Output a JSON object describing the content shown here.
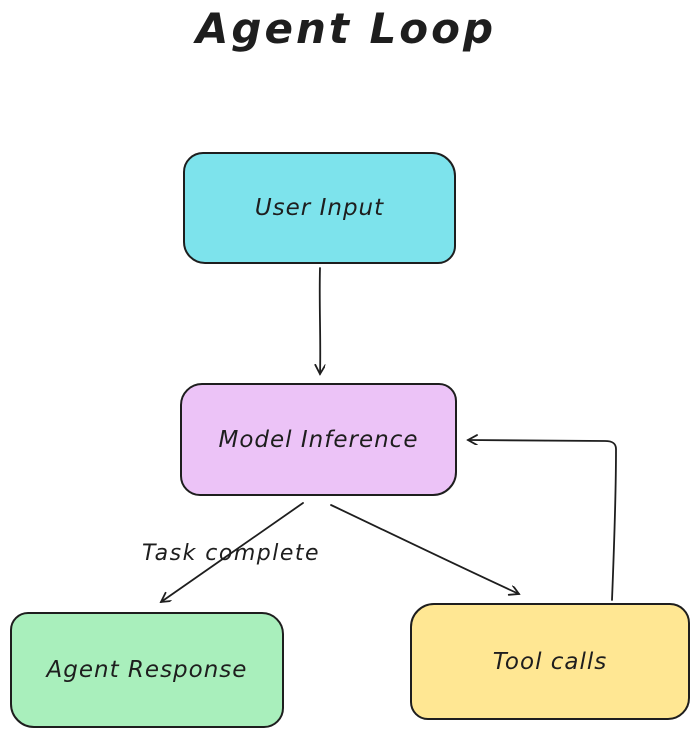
{
  "title": "Agent Loop",
  "nodes": {
    "user_input": {
      "label": "User Input",
      "fill": "#7de3ec"
    },
    "model_inference": {
      "label": "Model Inference",
      "fill": "#ecc3f7"
    },
    "agent_response": {
      "label": "Agent Response",
      "fill": "#a9efbc"
    },
    "tool_calls": {
      "label": "Tool calls",
      "fill": "#ffe793"
    }
  },
  "edges": [
    {
      "from": "user_input",
      "to": "model_inference",
      "label": ""
    },
    {
      "from": "model_inference",
      "to": "agent_response",
      "label": "Task complete"
    },
    {
      "from": "model_inference",
      "to": "tool_calls",
      "label": ""
    },
    {
      "from": "tool_calls",
      "to": "model_inference",
      "label": ""
    }
  ],
  "colors": {
    "stroke": "#1e1e1e",
    "background": "#ffffff"
  }
}
